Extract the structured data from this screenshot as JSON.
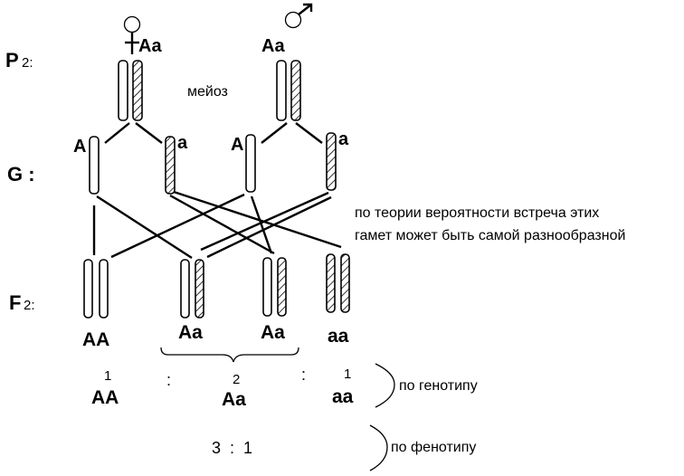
{
  "rows": {
    "p_label": "P",
    "p_sub": "2:",
    "g_label": "G :",
    "f_label": "F",
    "f_sub": "2:"
  },
  "parents": {
    "female_genotype": "Aa",
    "male_genotype": "Aa",
    "meiosis": "мейоз"
  },
  "gametes": [
    "A",
    "a",
    "A",
    "a"
  ],
  "note_line1": "по теории вероятности встреча этих",
  "note_line2": "гамет может быть самой разнообразной",
  "offspring": [
    "AA",
    "Aa",
    "Aa",
    "aa"
  ],
  "ratio_genotype": {
    "counts": [
      "1",
      "2",
      "1"
    ],
    "types": [
      "AA",
      "Aa",
      "aa"
    ],
    "sep": ":",
    "label": "по генотипу"
  },
  "ratio_phenotype": {
    "text": "3  :  1",
    "label": "по фенотипу"
  }
}
